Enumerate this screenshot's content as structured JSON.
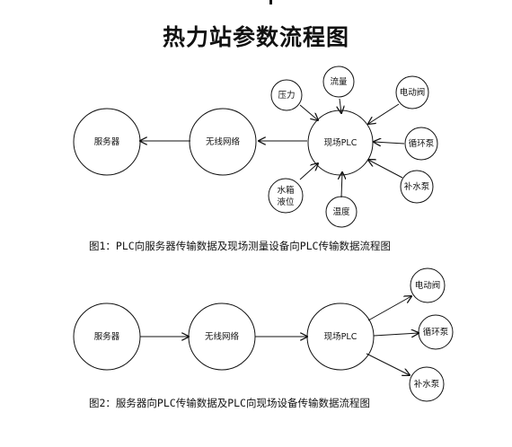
{
  "title": "热力站参数流程图",
  "figure1": {
    "caption": "图1：PLC向服务器传输数据及现场测量设备向PLC传输数据流程图",
    "nodes": {
      "server": "服务器",
      "wireless": "无线网络",
      "plc": "现场PLC",
      "pressure": "压力",
      "flow": "流量",
      "valve": "电动阀",
      "pump": "循环泵",
      "makeup": "补水泵",
      "temperature": "温度",
      "tank_level_1": "水箱",
      "tank_level_2": "液位"
    }
  },
  "figure2": {
    "caption": "图2：服务器向PLC传输数据及PLC向现场设备传输数据流程图",
    "nodes": {
      "server": "服务器",
      "wireless": "无线网络",
      "plc": "现场PLC",
      "valve": "电动阀",
      "pump": "循环泵",
      "makeup": "补水泵"
    }
  }
}
